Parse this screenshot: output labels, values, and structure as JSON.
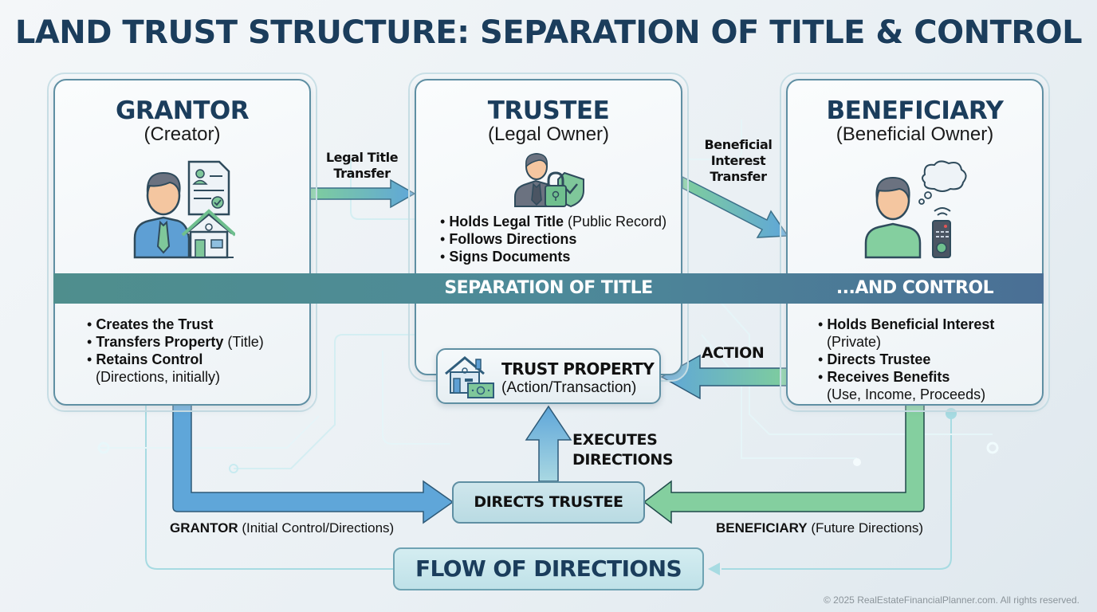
{
  "title": "LAND TRUST STRUCTURE: SEPARATION OF TITLE & CONTROL",
  "colors": {
    "title_navy": "#1b3d5c",
    "band_teal": "#4f8e8d",
    "arrow_blue": "#5fa6d9",
    "arrow_green": "#7fce9c",
    "circuit_cyan": "#9fd8e0"
  },
  "grantor": {
    "title": "GRANTOR",
    "subtitle": "(Creator)",
    "icon": "person-with-document-and-house-icon",
    "bullets": [
      {
        "bold": "Creates the Trust",
        "normal": ""
      },
      {
        "bold": "Transfers Property",
        "normal": " (Title)"
      },
      {
        "bold": "Retains Control",
        "normal": "",
        "cont": "(Directions, initially)"
      }
    ]
  },
  "trustee": {
    "title": "TRUSTEE",
    "subtitle": "(Legal Owner)",
    "icon": "person-with-lock-and-shield-icon",
    "bullets": [
      {
        "bold": "Holds Legal Title",
        "normal": " (Public Record)"
      },
      {
        "bold": "Follows Directions",
        "normal": ""
      },
      {
        "bold": "Signs Documents",
        "normal": ""
      }
    ]
  },
  "beneficiary": {
    "title": "BENEFICIARY",
    "subtitle": "(Beneficial Owner)",
    "icon": "person-with-thought-and-remote-icon",
    "bullets": [
      {
        "bold": "Holds Beneficial Interest",
        "normal": "",
        "cont": "(Private)"
      },
      {
        "bold": "Directs Trustee",
        "normal": ""
      },
      {
        "bold": "Receives Benefits",
        "normal": "",
        "cont": "(Use, Income, Proceeds)"
      }
    ]
  },
  "bands": {
    "separation": "SEPARATION OF TITLE",
    "control": "...AND CONTROL"
  },
  "arrows": {
    "legal_title_transfer": [
      "Legal Title",
      "Transfer"
    ],
    "beneficial_interest_transfer": [
      "Beneficial",
      "Interest",
      "Transfer"
    ],
    "action": "ACTION",
    "executes_directions": [
      "EXECUTES",
      "DIRECTIONS"
    ]
  },
  "trust_property": {
    "title": "TRUST PROPERTY",
    "subtitle": "(Action/Transaction)",
    "icon": "house-with-money-icon"
  },
  "directs_trustee": "DIRECTS TRUSTEE",
  "grantor_direction": {
    "bold": "GRANTOR",
    "normal": " (Initial Control/Directions)"
  },
  "beneficiary_direction": {
    "bold": "BENEFICIARY",
    "normal": " (Future Directions)"
  },
  "flow_of_directions": "FLOW OF DIRECTIONS",
  "copyright": "© 2025 RealEstateFinancialPlanner.com. All rights reserved."
}
